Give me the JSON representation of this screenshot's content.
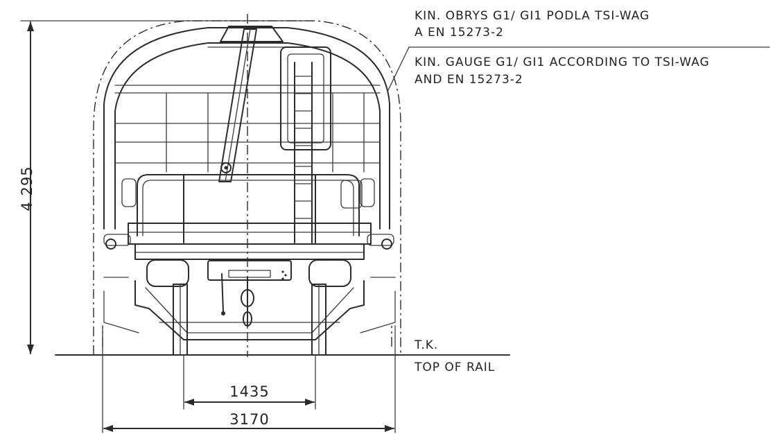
{
  "gauge_note": {
    "line1_cz": "KIN. OBRYS G1/ GI1 PODLA TSI-WAG",
    "line2_cz": "A EN 15273-2",
    "line1_en": "KIN. GAUGE G1/ GI1 ACCORDING TO TSI-WAG",
    "line2_en": "AND EN 15273-2"
  },
  "rail_note": {
    "label_cz": "T.K.",
    "label_en": "TOP OF RAIL"
  },
  "dimensions": {
    "height": "4 295",
    "track_gauge": "1435",
    "overall_width": "3170"
  }
}
